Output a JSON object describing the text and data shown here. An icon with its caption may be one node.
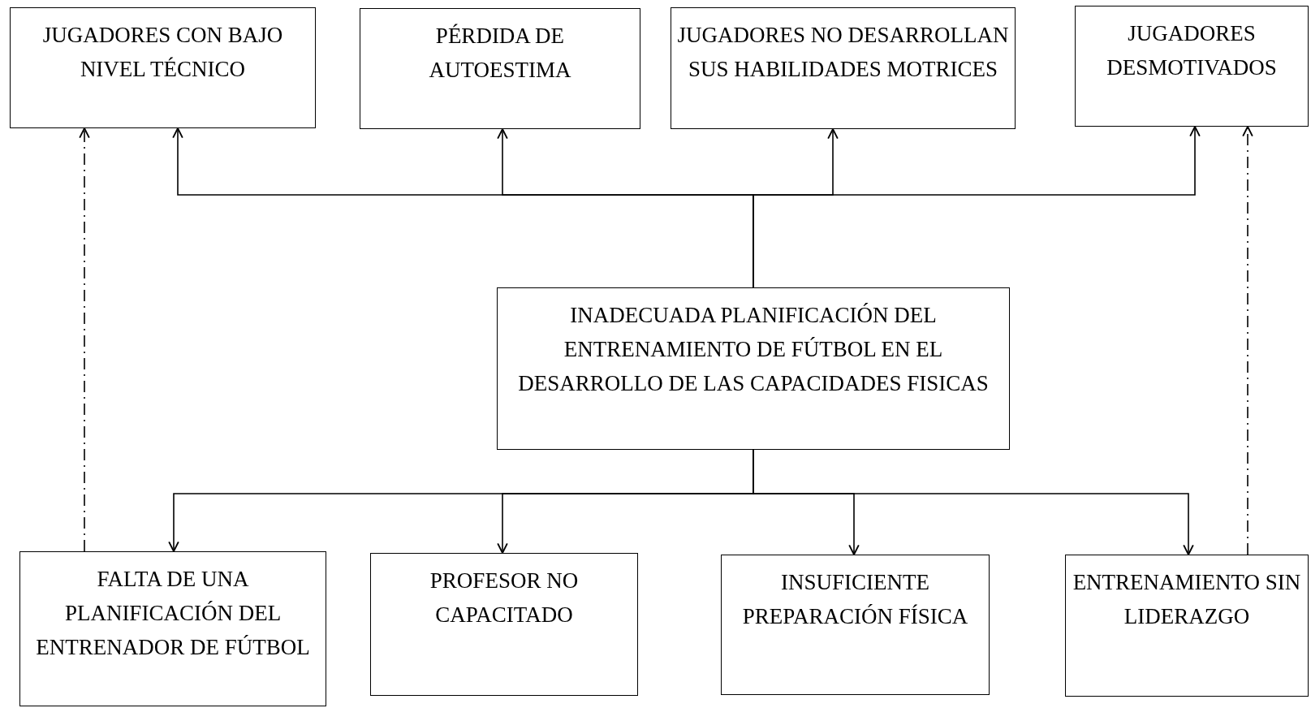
{
  "diagram": {
    "nodes": [
      {
        "text": [
          "JUGADORES CON BAJO NIVEL TÉCNICO"
        ]
      },
      {
        "text": [
          "PÉRDIDA DE AUTOESTIMA"
        ]
      },
      {
        "text": [
          "JUGADORES NO DESARROLLAN SUS HABILIDADES MOTRICES"
        ]
      },
      {
        "text": [
          "JUGADORES DESMOTIVADOS"
        ]
      },
      {
        "text": [
          "INADECUADA PLANIFICACIÓN DEL ENTRENAMIENTO DE FÚTBOL EN EL DESARROLLO DE LAS CAPACIDADES FISICAS"
        ]
      },
      {
        "text": [
          "FALTA DE UNA PLANIFICACIÓN DEL ENTRENADOR DE FÚTBOL"
        ]
      },
      {
        "text": [
          "PROFESOR NO CAPACITADO"
        ]
      },
      {
        "text": [
          "INSUFICIENTE PREPARACIÓN FÍSICA"
        ]
      },
      {
        "text": [
          "ENTRENAMIENTO SIN LIDERAZGO"
        ]
      }
    ],
    "edges": [
      {
        "from": 4,
        "to": 0,
        "arrow": "to"
      },
      {
        "from": 4,
        "to": 1,
        "arrow": "to"
      },
      {
        "from": 4,
        "to": 2,
        "arrow": "to"
      },
      {
        "from": 4,
        "to": 3,
        "arrow": "to"
      },
      {
        "from": 4,
        "to": 5,
        "arrow": "to"
      },
      {
        "from": 4,
        "to": 6,
        "arrow": "to"
      },
      {
        "from": 4,
        "to": 7,
        "arrow": "to"
      },
      {
        "from": 4,
        "to": 8,
        "arrow": "to"
      },
      {
        "from": 5,
        "to": 0,
        "arrow": "to",
        "style": "dashed"
      },
      {
        "from": 8,
        "to": 3,
        "arrow": "to",
        "style": "dashed"
      }
    ]
  }
}
